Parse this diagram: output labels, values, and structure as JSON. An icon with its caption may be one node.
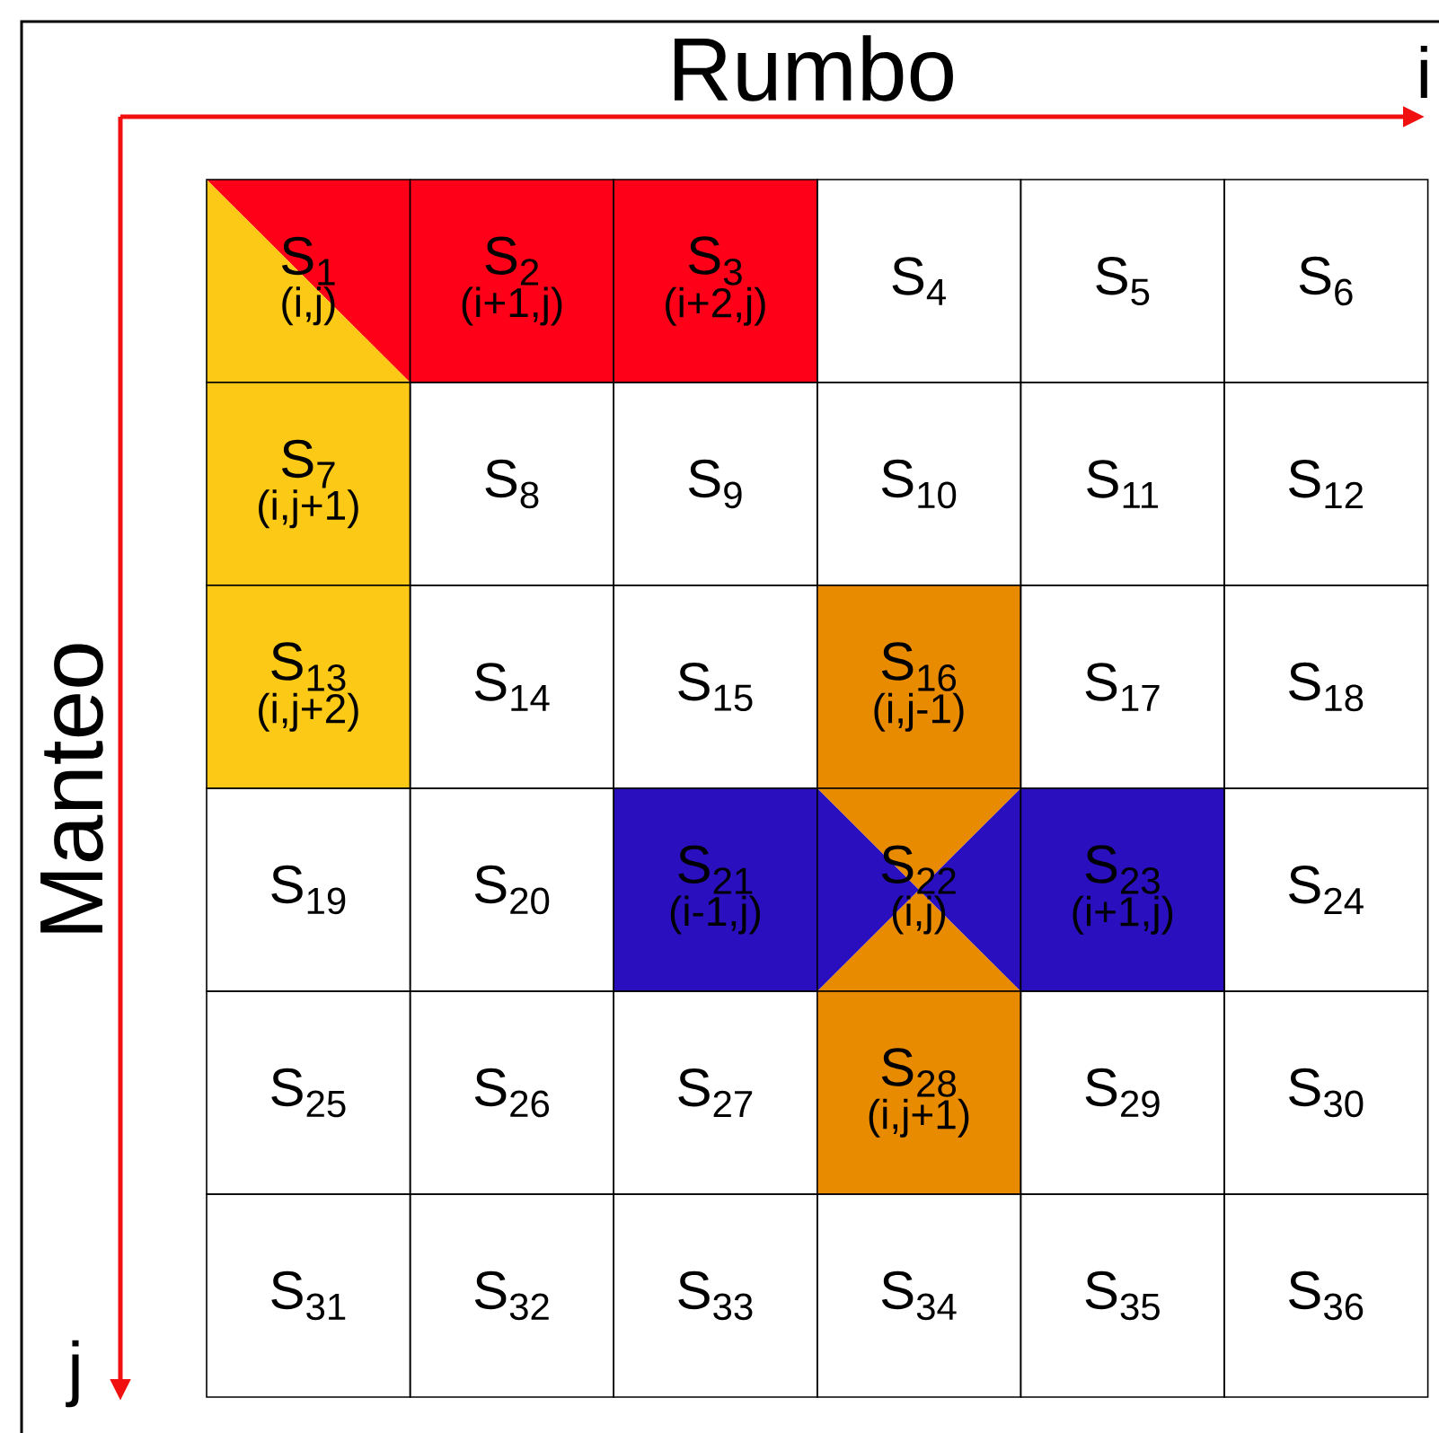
{
  "diagram": {
    "nodes": [
      {
        "text": [
          "S$_{1}$",
          "(i,j)"
        ]
      },
      {
        "text": [
          "S$_{2}$",
          "(i+1,j)"
        ]
      },
      {
        "text": [
          "S$_{3}$",
          "(i+2,j)"
        ]
      },
      {
        "text": [
          "S$_{4}$"
        ]
      },
      {
        "text": [
          "S$_{5}$"
        ]
      },
      {
        "text": [
          "S$_{6}$"
        ]
      },
      {
        "text": [
          "S$_{7}$",
          "(i,j+1)"
        ]
      },
      {
        "text": [
          "S$_{8}$"
        ]
      },
      {
        "text": [
          "S$_{9}$"
        ]
      },
      {
        "text": [
          "S$_{10}$"
        ]
      },
      {
        "text": [
          "S$_{11}$"
        ]
      },
      {
        "text": [
          "S$_{12}$"
        ]
      },
      {
        "text": [
          "S$_{13}$",
          "(i,j+2)"
        ]
      },
      {
        "text": [
          "S$_{14}$"
        ]
      },
      {
        "text": [
          "S$_{15}$"
        ]
      },
      {
        "text": [
          "S$_{16}$",
          "(i,j-1)"
        ]
      },
      {
        "text": [
          "S$_{17}$"
        ]
      },
      {
        "text": [
          "S$_{18}$"
        ]
      },
      {
        "text": [
          "S$_{19}$"
        ]
      },
      {
        "text": [
          "S$_{20}$"
        ]
      },
      {
        "text": [
          "S$_{21}$",
          "(i-1,j)"
        ]
      },
      {
        "text": [
          "S$_{22}$",
          "(i,j)"
        ]
      },
      {
        "text": [
          "S$_{23}$",
          "(i+1,j)"
        ]
      },
      {
        "text": [
          "S$_{24}$"
        ]
      },
      {
        "text": [
          "S$_{25}$"
        ]
      },
      {
        "text": [
          "S$_{26}$"
        ]
      },
      {
        "text": [
          "S$_{27}$"
        ]
      },
      {
        "text": [
          "S$_{28}$",
          "(i,j+1)"
        ]
      },
      {
        "text": [
          "S$_{29}$"
        ]
      },
      {
        "text": [
          "S$_{30}$"
        ]
      },
      {
        "text": [
          "S$_{31}$"
        ]
      },
      {
        "text": [
          "S$_{32}$"
        ]
      },
      {
        "text": [
          "S$_{33}$"
        ]
      },
      {
        "text": [
          "S$_{34}$"
        ]
      },
      {
        "text": [
          "S$_{35}$"
        ]
      },
      {
        "text": [
          "S$_{36}$"
        ]
      }
    ],
    "labels": [
      "Rumbo",
      "i",
      "Manteo",
      "j"
    ]
  }
}
